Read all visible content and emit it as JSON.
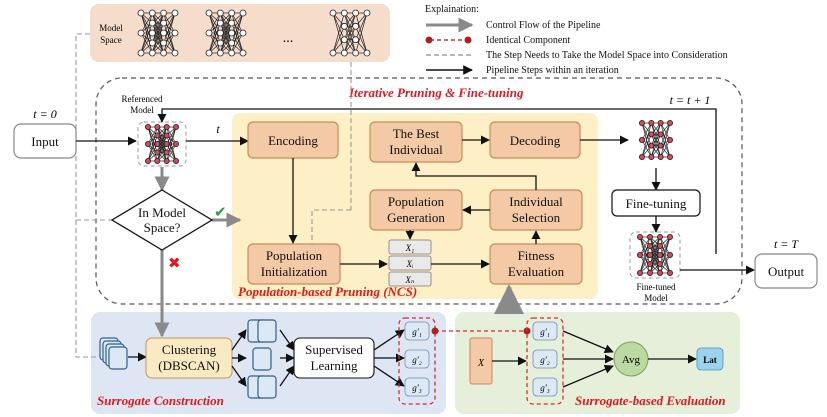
{
  "model_space": {
    "label_line1": "Model",
    "label_line2": "Space",
    "ellipsis": "..."
  },
  "legend": {
    "title": "Explaination:",
    "items": [
      {
        "label": "Control Flow of the Pipeline",
        "style": "gray-arrow"
      },
      {
        "label": "Identical Component",
        "style": "red-dashed-dot"
      },
      {
        "label": "The Step Needs to Take the Model Space into Consideration",
        "style": "gray-dashed"
      },
      {
        "label": "Pipeline Steps within an iteration",
        "style": "black-arrow"
      }
    ]
  },
  "titles": {
    "iterative": "Iterative Pruning & Fine-tuning",
    "ncs": "Population-based Pruning (NCS)",
    "surrogate_construction": "Surrogate Construction",
    "surrogate_evaluation": "Surrogate-based Evaluation"
  },
  "labels": {
    "t0": "t = 0",
    "input": "Input",
    "referenced_model_line1": "Referenced",
    "referenced_model_line2": "Model",
    "t": "t",
    "t_update": "t = t + 1",
    "t_end": "t = T",
    "output": "Output",
    "finetuned_model_line1": "Fine-tuned",
    "finetuned_model_line2": "Model",
    "x": "X"
  },
  "ncs": {
    "encoding": "Encoding",
    "best_line1": "The Best",
    "best_line2": "Individual",
    "decoding": "Decoding",
    "popgen_line1": "Population",
    "popgen_line2": "Generation",
    "indsel_line1": "Individual",
    "indsel_line2": "Selection",
    "popinit_line1": "Population",
    "popinit_line2": "Initialization",
    "fitness_line1": "Fitness",
    "fitness_line2": "Evaluation",
    "pop_items": [
      "X₁",
      "Xᵢ",
      "Xₙ"
    ]
  },
  "decision": {
    "line1": "In Model",
    "line2": "Space?",
    "yes_mark": "✔",
    "no_mark": "✖"
  },
  "finetuning": "Fine-tuning",
  "surrogate": {
    "clustering_line1": "Clustering",
    "clustering_line2": "(DBSCAN)",
    "supervised_line1": "Supervised",
    "supervised_line2": "Learning",
    "g_items": [
      "g′₁",
      "g′₂",
      "g′₃"
    ],
    "avg": "Avg",
    "lat": "Lat"
  },
  "colors": {
    "orange_fill": "#f4c9a5",
    "orange_stroke": "#c88c5c",
    "ncs_bg": "#fdf0c6",
    "blue_bg": "#dde6f2",
    "green_bg": "#e5efd9",
    "model_space_bg": "#f6dccb",
    "node_red": "#d9475a",
    "accent_red": "#e0191e",
    "check_green": "#2e9c3b",
    "avg_green": "#bcd9a3",
    "lat_blue": "#9bd3ef"
  }
}
